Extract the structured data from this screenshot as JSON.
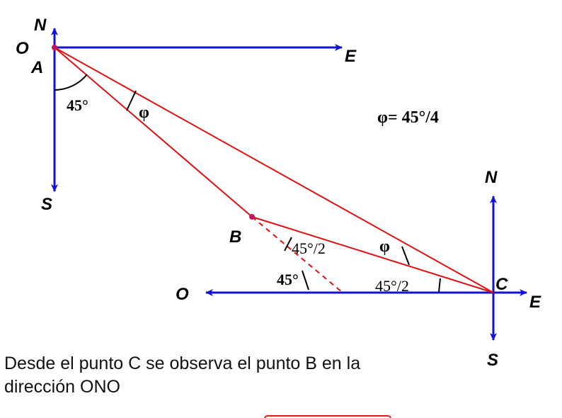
{
  "labels": {
    "compass_A": {
      "north": "N",
      "west": "O",
      "east": "E",
      "south": "S"
    },
    "compass_C": {
      "north": "N",
      "west": "O",
      "east": "E",
      "south": "S"
    },
    "points": {
      "A": "A",
      "B": "B",
      "C": "C"
    }
  },
  "angles": {
    "at_A": "45°",
    "phi_at_A": "φ",
    "phi_formula": "φ= 45°/4",
    "at_B_half": "45°/2",
    "phi_at_C": "φ",
    "at_dashed": "45°",
    "at_C_half": "45°/2"
  },
  "caption": {
    "line1": "Desde el punto C se observa el punto B en la",
    "line2": "dirección ONO"
  },
  "colors": {
    "axes": "#1212d6",
    "lines": "#e01010",
    "point": "#c2185b"
  }
}
